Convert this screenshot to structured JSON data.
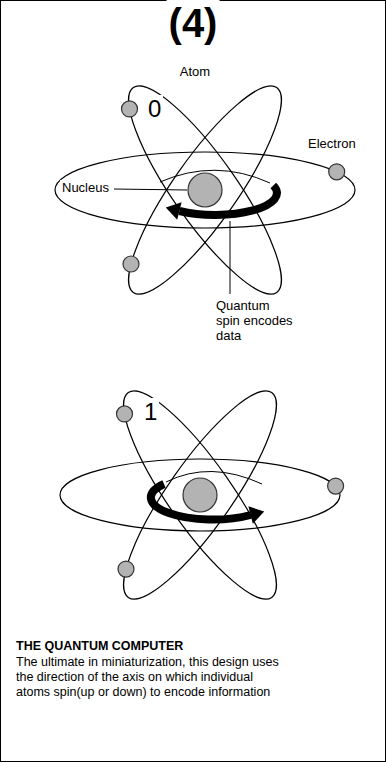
{
  "diagram": {
    "title": "(4)",
    "caption": "The ultimate in miniaturization, this design uses the direction of the axis on which individual atoms spin(up or down) to encode information",
    "labels": [
      "Atom",
      "0",
      "Electron",
      "Nucleus",
      "Quantum spin encodes data",
      "1",
      "THE QUANTUM COMPUTER"
    ]
  }
}
